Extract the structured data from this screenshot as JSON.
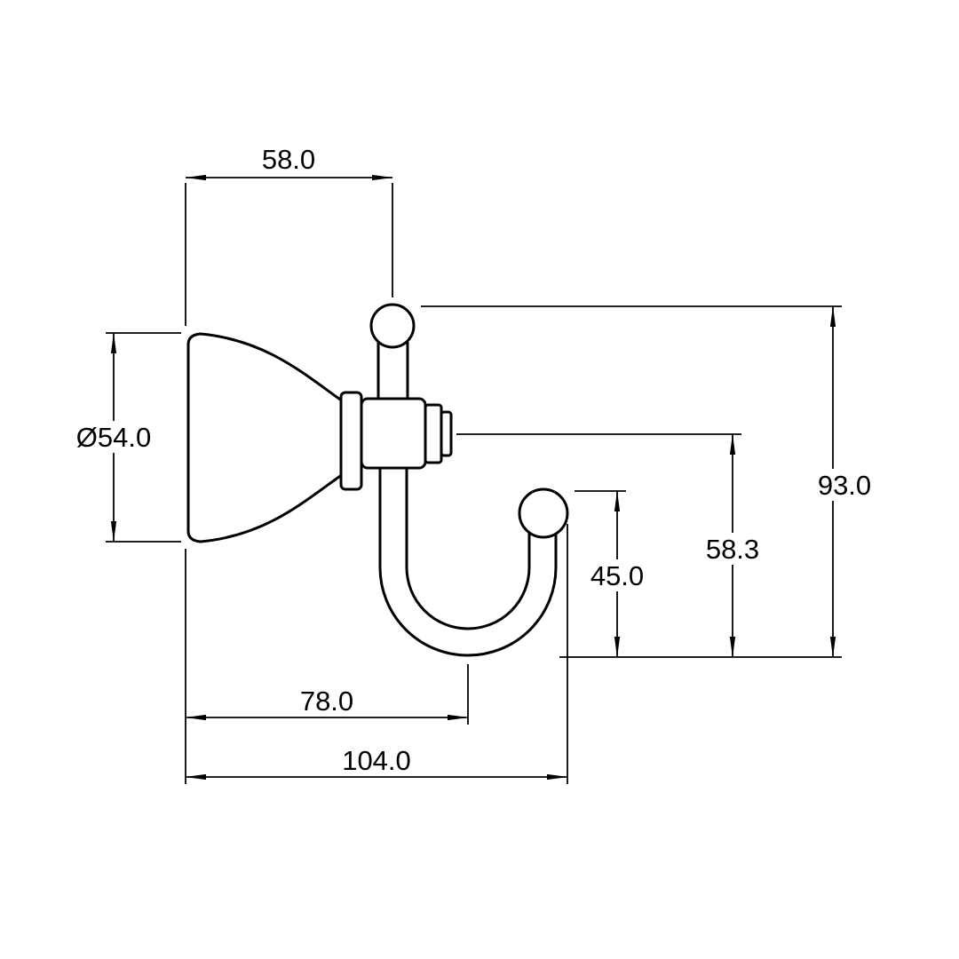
{
  "drawing": {
    "background": "#ffffff",
    "line_color": "#000000",
    "type": "dimensioned technical drawing of wall-mounted robe hook, side profile",
    "labels": {
      "top_width": "58.0",
      "flange_diameter": "Ø54.0",
      "overall_height": "93.0",
      "upper_hook_height": "58.3",
      "hook_clearance": "45.0",
      "hook_depth": "78.0",
      "overall_depth": "104.0"
    }
  }
}
